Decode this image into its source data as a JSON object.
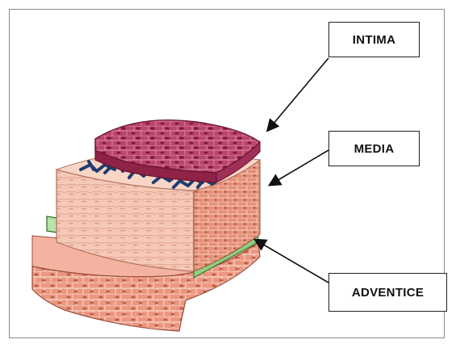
{
  "labels": {
    "intima": "INTIMA",
    "media": "MEDIA",
    "adventice": "ADVENTICE"
  },
  "colors": {
    "intima": "#b03a62",
    "intima_cells": "#7d1838",
    "media": "#f2c1ae",
    "media_side": "#e08a72",
    "elastic_fibers": "#1f3d6e",
    "connective": "#b7e3a8",
    "adventice": "#e58c74",
    "arrow": "#111111"
  }
}
